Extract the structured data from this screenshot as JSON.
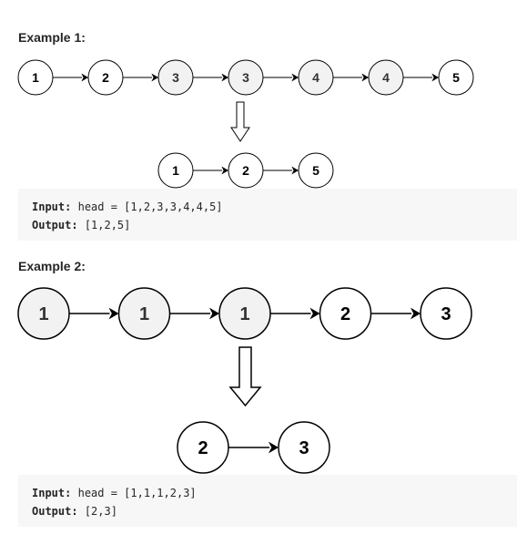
{
  "examples": [
    {
      "title": "Example 1:",
      "input_label": "Input:",
      "input_value": "head = [1,2,3,3,4,4,5]",
      "output_label": "Output:",
      "output_value": "[1,2,5]",
      "before_nodes": [
        "1",
        "2",
        "3",
        "3",
        "4",
        "4",
        "5"
      ],
      "before_highlighted": [
        false,
        false,
        true,
        true,
        true,
        true,
        false
      ],
      "after_nodes": [
        "1",
        "2",
        "5"
      ]
    },
    {
      "title": "Example 2:",
      "input_label": "Input:",
      "input_value": "head = [1,1,1,2,3]",
      "output_label": "Output:",
      "output_value": "[2,3]",
      "before_nodes": [
        "1",
        "1",
        "1",
        "2",
        "3"
      ],
      "before_highlighted": [
        true,
        true,
        true,
        false,
        false
      ],
      "after_nodes": [
        "2",
        "3"
      ]
    }
  ],
  "colors": {
    "highlight_fill": "#f2f2f2",
    "node_fill": "#ffffff",
    "stroke": "#000000",
    "code_bg": "#f7f7f8"
  }
}
